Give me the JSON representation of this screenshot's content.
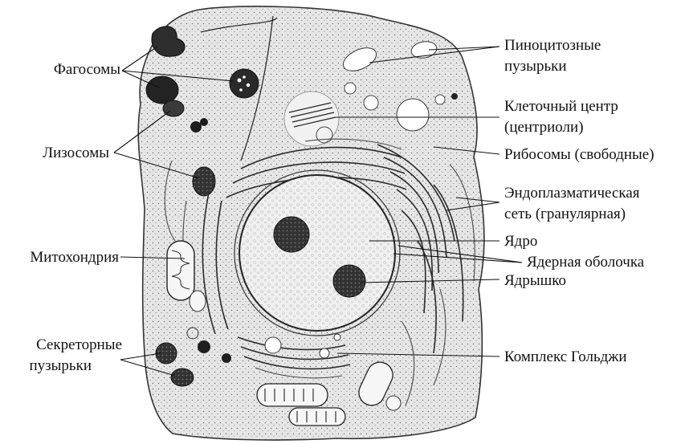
{
  "labels_left": [
    {
      "id": "phagosomes",
      "lines": [
        "Фагосомы"
      ]
    },
    {
      "id": "lysosomes",
      "lines": [
        "Лизосомы"
      ]
    },
    {
      "id": "mitochondrion",
      "lines": [
        "Митохондрия"
      ]
    },
    {
      "id": "secretory-vesicles",
      "lines": [
        "Секреторные",
        "пузырьки"
      ]
    }
  ],
  "labels_right": [
    {
      "id": "pinocytic-vesicles",
      "lines": [
        "Пиноцитозные",
        "пузырьки"
      ]
    },
    {
      "id": "cell-center",
      "lines": [
        "Клеточный центр",
        "(центриоли)"
      ]
    },
    {
      "id": "ribosomes",
      "lines": [
        "Рибосомы (свободные)"
      ]
    },
    {
      "id": "er",
      "lines": [
        "Эндоплазматическая",
        "сеть (гранулярная)"
      ]
    },
    {
      "id": "nucleus",
      "lines": [
        "Ядро"
      ]
    },
    {
      "id": "nuclear-envelope",
      "lines": [
        "Ядерная оболочка"
      ]
    },
    {
      "id": "nucleolus",
      "lines": [
        "Ядрышко"
      ]
    },
    {
      "id": "golgi",
      "lines": [
        "Комплекс Гольджи"
      ]
    }
  ],
  "colors": {
    "ink": "#111111",
    "cytoplasm": "#e4e4e4",
    "nucleoplasm": "#efefef",
    "dense": "#2b2b2b"
  }
}
